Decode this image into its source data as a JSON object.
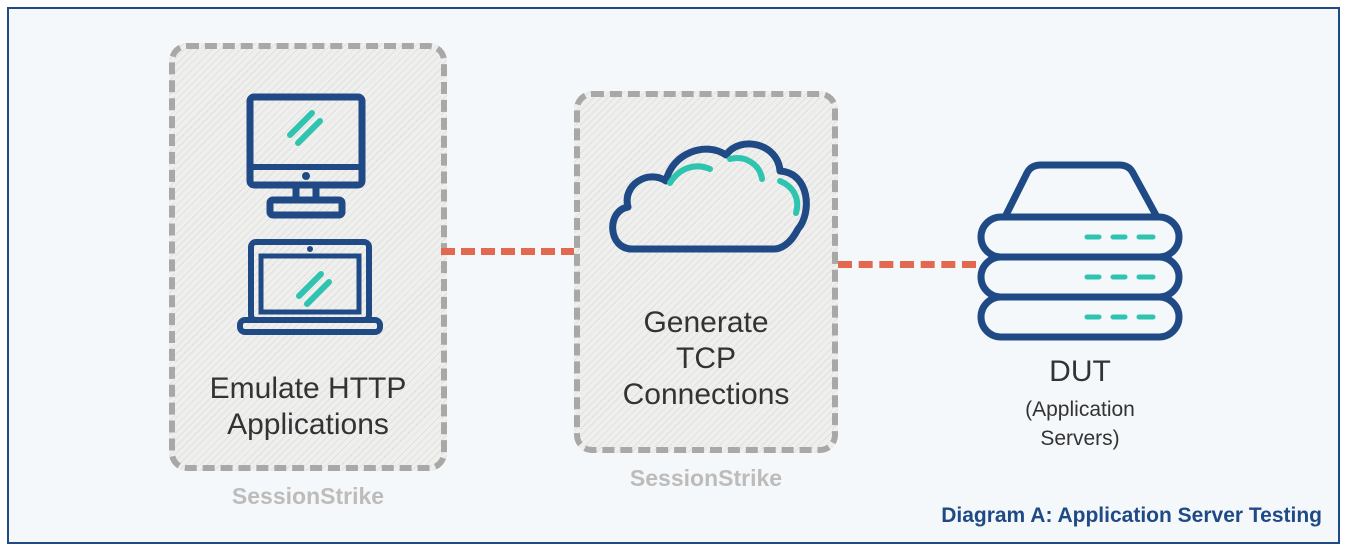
{
  "diagram": {
    "left_box": {
      "label_line1": "Emulate HTTP",
      "label_line2": "Applications",
      "brand": "SessionStrike",
      "icons": [
        "desktop-monitor-icon",
        "laptop-icon"
      ]
    },
    "middle_box": {
      "label_line1": "Generate",
      "label_line2": "TCP",
      "label_line3": "Connections",
      "brand": "SessionStrike",
      "icons": [
        "cloud-icon"
      ]
    },
    "dut": {
      "title": "DUT",
      "subtitle_line1": "(Application",
      "subtitle_line2": "Servers)",
      "icons": [
        "server-stack-icon"
      ]
    },
    "caption": "Diagram A: Application Server Testing"
  },
  "colors": {
    "frame_border": "#1f4a86",
    "icon_blue": "#1f4a86",
    "accent_teal": "#2ec4b0",
    "link_orange": "#e2694f",
    "dashed_gray": "#a9a8a6",
    "brand_gray": "#bdbcbb"
  }
}
